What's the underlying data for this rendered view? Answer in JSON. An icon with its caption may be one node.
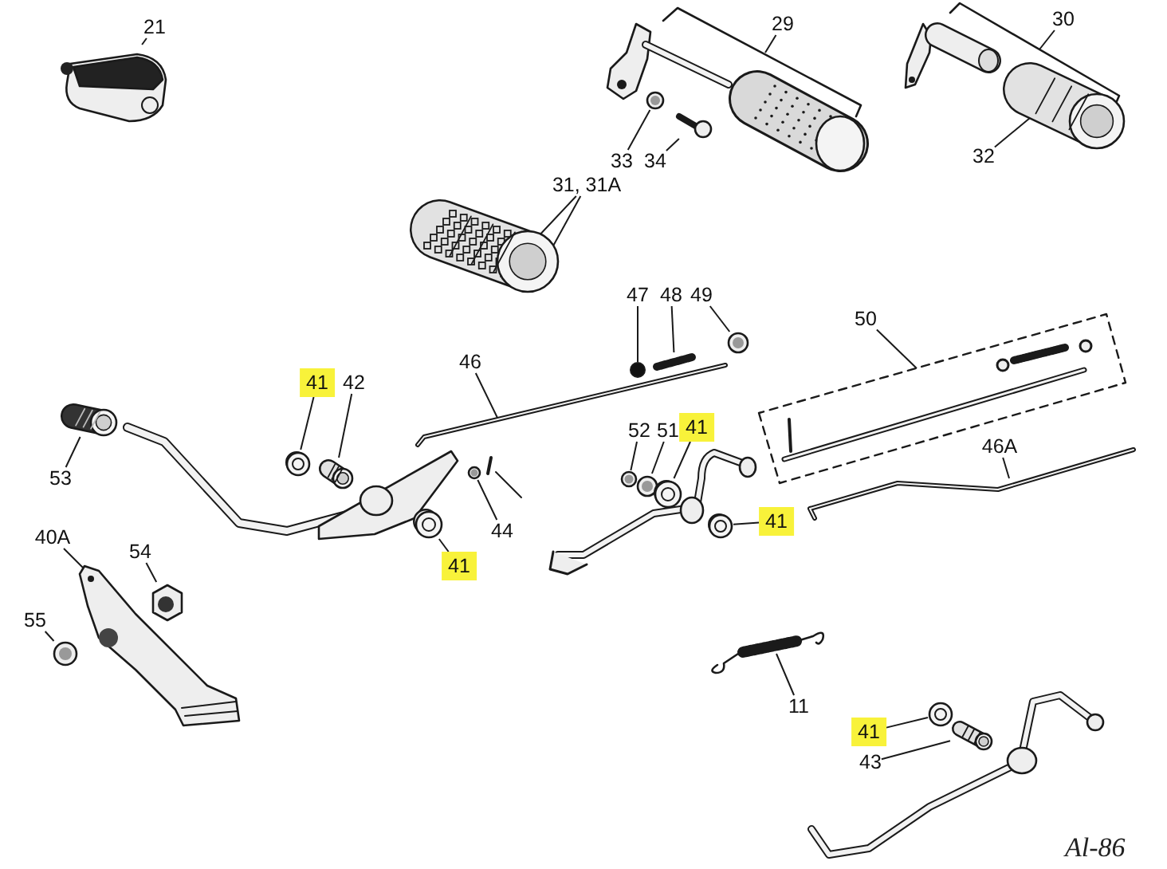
{
  "diagram": {
    "nodes": [
      {
        "text": [
          "21"
        ]
      },
      {
        "text": [],
        "shape": "picture"
      },
      {
        "text": [
          "29"
        ]
      },
      {
        "text": [
          "30"
        ]
      },
      {
        "text": [
          "33"
        ]
      },
      {
        "text": [],
        "shape": "picture"
      },
      {
        "text": [
          "34"
        ]
      },
      {
        "text": [],
        "shape": "picture"
      },
      {
        "text": [
          "32"
        ]
      },
      {
        "text": [],
        "shape": "picture"
      },
      {
        "text": [
          "31, 31A"
        ]
      },
      {
        "text": [],
        "shape": "picture"
      },
      {
        "text": [
          "47"
        ]
      },
      {
        "text": [],
        "shape": "circle"
      },
      {
        "text": [
          "48"
        ]
      },
      {
        "text": [],
        "shape": "picture"
      },
      {
        "text": [
          "49"
        ]
      },
      {
        "text": [],
        "shape": "picture"
      },
      {
        "text": [
          "50"
        ]
      },
      {
        "text": [
          "46"
        ]
      },
      {
        "text": [
          "41"
        ]
      },
      {
        "text": [],
        "shape": "picture"
      },
      {
        "text": [
          "42"
        ]
      },
      {
        "text": [],
        "shape": "picture"
      },
      {
        "text": [
          "53"
        ]
      },
      {
        "text": [],
        "shape": "picture"
      },
      {
        "text": [
          "44"
        ]
      },
      {
        "text": [],
        "shape": "picture"
      },
      {
        "text": [
          "41"
        ]
      },
      {
        "text": [],
        "shape": "picture"
      },
      {
        "text": [
          "52"
        ]
      },
      {
        "text": [],
        "shape": "picture"
      },
      {
        "text": [
          "51"
        ]
      },
      {
        "text": [],
        "shape": "picture"
      },
      {
        "text": [
          "41"
        ]
      },
      {
        "text": [],
        "shape": "picture"
      },
      {
        "text": [
          "41"
        ]
      },
      {
        "text": [],
        "shape": "picture"
      },
      {
        "text": [
          "46A"
        ]
      },
      {
        "text": [
          "40A"
        ]
      },
      {
        "text": [],
        "shape": "picture"
      },
      {
        "text": [
          "54"
        ]
      },
      {
        "text": [],
        "shape": "picture"
      },
      {
        "text": [
          "55"
        ]
      },
      {
        "text": [],
        "shape": "picture"
      },
      {
        "text": [
          "11"
        ]
      },
      {
        "text": [],
        "shape": "picture"
      },
      {
        "text": [
          "41"
        ]
      },
      {
        "text": [],
        "shape": "picture"
      },
      {
        "text": [
          "43"
        ]
      },
      {
        "text": [],
        "shape": "picture"
      }
    ],
    "edges": [
      {
        "from": 0,
        "to": 1,
        "arrow": "none"
      },
      {
        "from": 2,
        "to": null,
        "arrow": "none"
      },
      {
        "from": 3,
        "to": null,
        "arrow": "none"
      },
      {
        "from": 4,
        "to": 5,
        "arrow": "none"
      },
      {
        "from": 6,
        "to": 7,
        "arrow": "none"
      },
      {
        "from": 8,
        "to": 9,
        "arrow": "none"
      },
      {
        "from": 10,
        "to": 11,
        "arrow": "none"
      },
      {
        "from": 10,
        "to": 11,
        "arrow": "none"
      },
      {
        "from": 12,
        "to": 13,
        "arrow": "none"
      },
      {
        "from": 14,
        "to": 15,
        "arrow": "none"
      },
      {
        "from": 16,
        "to": 17,
        "arrow": "none"
      },
      {
        "from": 18,
        "to": null,
        "arrow": "none"
      },
      {
        "from": 19,
        "to": null,
        "arrow": "none"
      },
      {
        "from": 20,
        "to": 21,
        "arrow": "none"
      },
      {
        "from": 22,
        "to": 23,
        "arrow": "none"
      },
      {
        "from": 24,
        "to": 25,
        "arrow": "none"
      },
      {
        "from": 26,
        "to": 27,
        "arrow": "none"
      },
      {
        "from": 28,
        "to": 29,
        "arrow": "none"
      },
      {
        "from": 30,
        "to": 31,
        "arrow": "none"
      },
      {
        "from": 32,
        "to": 33,
        "arrow": "none"
      },
      {
        "from": 34,
        "to": 35,
        "arrow": "none"
      },
      {
        "from": 36,
        "to": 37,
        "arrow": "none"
      },
      {
        "from": 38,
        "to": null,
        "arrow": "none"
      },
      {
        "from": 39,
        "to": 40,
        "arrow": "none"
      },
      {
        "from": 41,
        "to": 42,
        "arrow": "none"
      },
      {
        "from": 43,
        "to": 44,
        "arrow": "none"
      },
      {
        "from": 45,
        "to": 46,
        "arrow": "none"
      },
      {
        "from": 47,
        "to": 48,
        "arrow": "none"
      },
      {
        "from": 49,
        "to": 50,
        "arrow": "none"
      }
    ],
    "labels": [
      "Al-86"
    ]
  }
}
